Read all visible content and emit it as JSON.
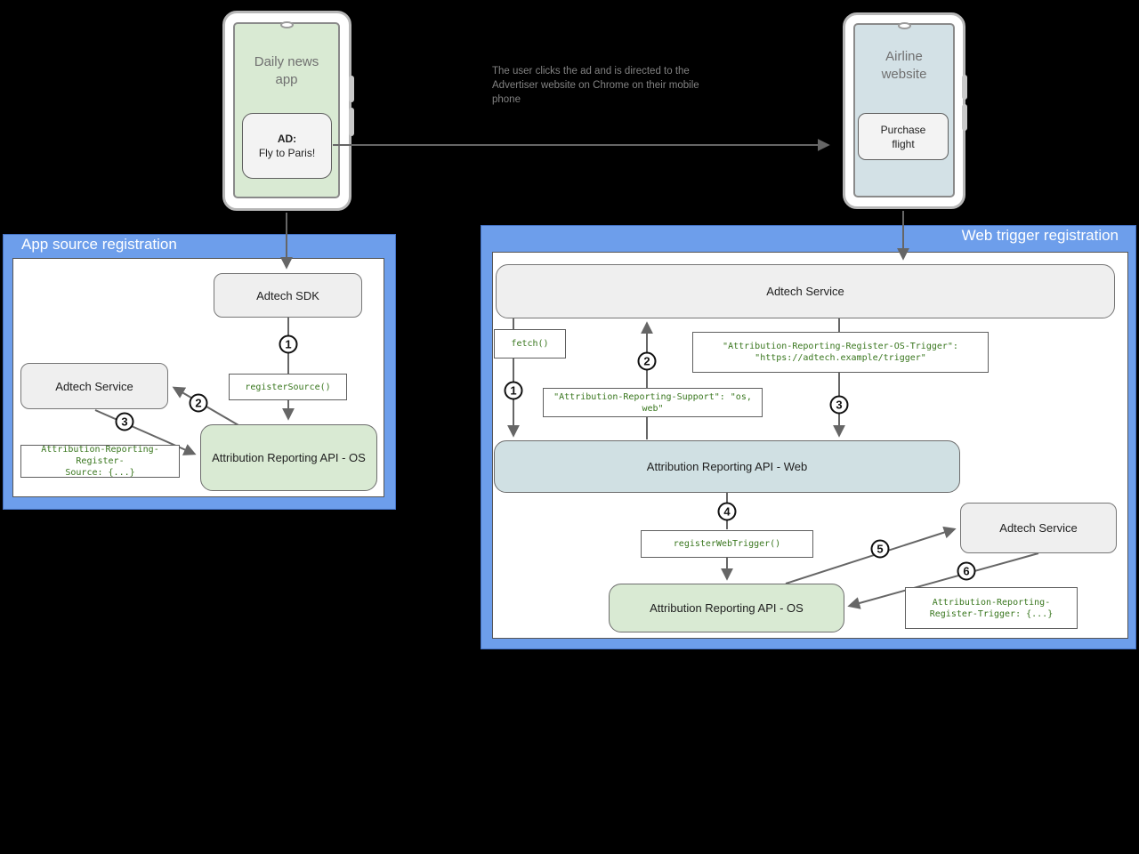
{
  "colors": {
    "background": "#000000",
    "panel_blue": "#6d9eeb",
    "node_gray": "#efefef",
    "node_green": "#d9ead3",
    "node_blue": "#d0e0e3",
    "code_green": "#38761d",
    "arrow_gray": "#666666"
  },
  "top": {
    "left_phone": {
      "screen_title": "Daily news\napp",
      "ad_label": "AD:",
      "ad_text": "Fly to Paris!"
    },
    "caption": "The user clicks the ad and is directed to the Advertiser website on Chrome on their mobile phone",
    "right_phone": {
      "screen_title": "Airline\nwebsite",
      "button_text": "Purchase\nflight"
    }
  },
  "app_source_panel": {
    "title": "App source registration",
    "adtech_sdk": "Adtech SDK",
    "adtech_service": "Adtech Service",
    "register_source_code": "registerSource()",
    "api_os": "Attribution Reporting API - OS",
    "register_source_header": "Attribution-Reporting-Register-\nSource: {...}",
    "steps": [
      "1",
      "2",
      "3"
    ]
  },
  "web_trigger_panel": {
    "title": "Web trigger registration",
    "adtech_service_top": "Adtech Service",
    "fetch_code": "fetch()",
    "os_trigger_header": "\"Attribution-Reporting-Register-OS-Trigger\":\n\"https://adtech.example/trigger\"",
    "support_header": "\"Attribution-Reporting-Support\": \"os, web\"",
    "api_web": "Attribution Reporting API - Web",
    "register_web_trigger_code": "registerWebTrigger()",
    "api_os": "Attribution Reporting API - OS",
    "adtech_service_right": "Adtech Service",
    "register_trigger_header": "Attribution-Reporting-\nRegister-Trigger: {...}",
    "steps": [
      "1",
      "2",
      "3",
      "4",
      "5",
      "6"
    ]
  }
}
